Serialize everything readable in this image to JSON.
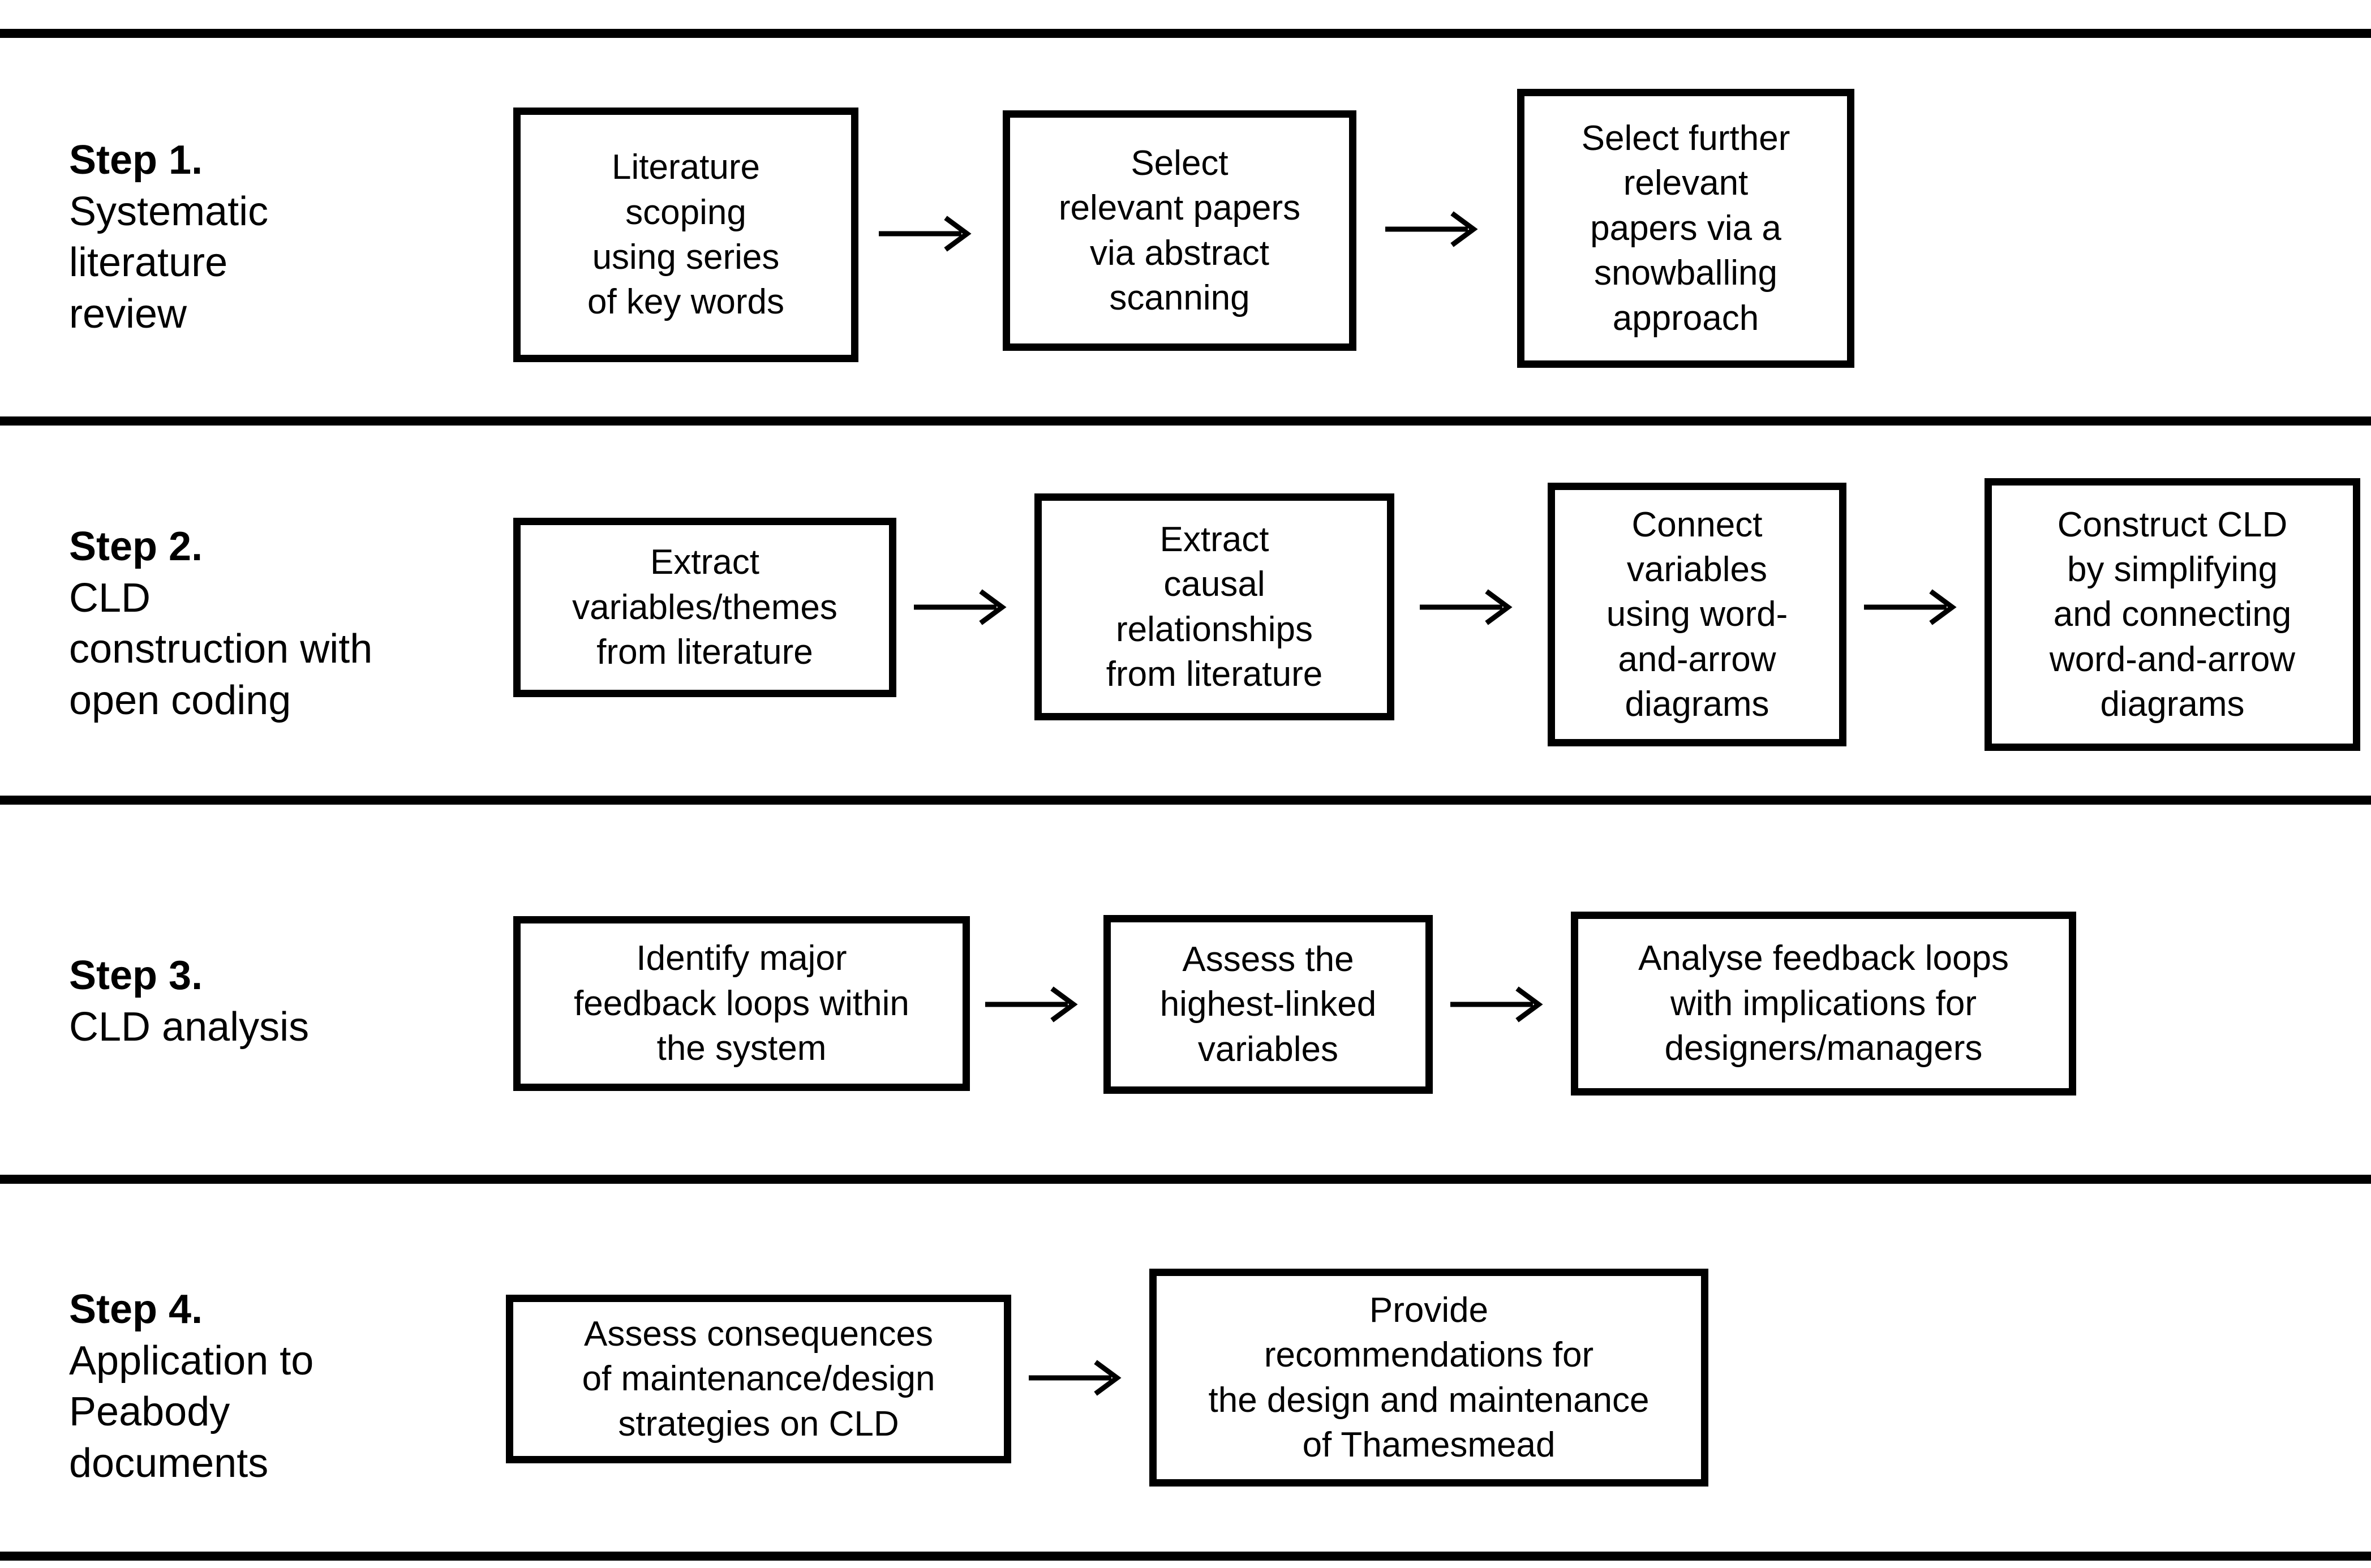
{
  "colors": {
    "ink": "#000000",
    "paper": "#ffffff"
  },
  "rows": [
    {
      "label": {
        "title": "Step 1.",
        "lines": "Systematic\nliterature\nreview"
      },
      "boxes": [
        "Literature\nscoping\nusing series\nof key words",
        "Select\nrelevant papers\nvia abstract\nscanning",
        "Select further\nrelevant\npapers via a\nsnowballing\napproach"
      ]
    },
    {
      "label": {
        "title": "Step 2.",
        "lines": "CLD\nconstruction with\nopen coding"
      },
      "boxes": [
        "Extract\nvariables/themes\nfrom literature",
        "Extract\ncausal\nrelationships\nfrom literature",
        "Connect\nvariables\nusing word-\nand-arrow\ndiagrams",
        "Construct CLD\nby simplifying\nand connecting\nword-and-arrow\ndiagrams"
      ]
    },
    {
      "label": {
        "title": "Step 3.",
        "lines": "CLD analysis"
      },
      "boxes": [
        "Identify major\nfeedback loops within\nthe system",
        "Assess the\nhighest-linked\nvariables",
        "Analyse feedback loops\nwith implications for\ndesigners/managers"
      ]
    },
    {
      "label": {
        "title": "Step 4.",
        "lines": "Application to\nPeabody\ndocuments"
      },
      "boxes": [
        "Assess consequences\nof maintenance/design\nstrategies on CLD",
        "Provide\nrecommendations for\nthe design and maintenance\nof Thamesmead"
      ]
    }
  ]
}
